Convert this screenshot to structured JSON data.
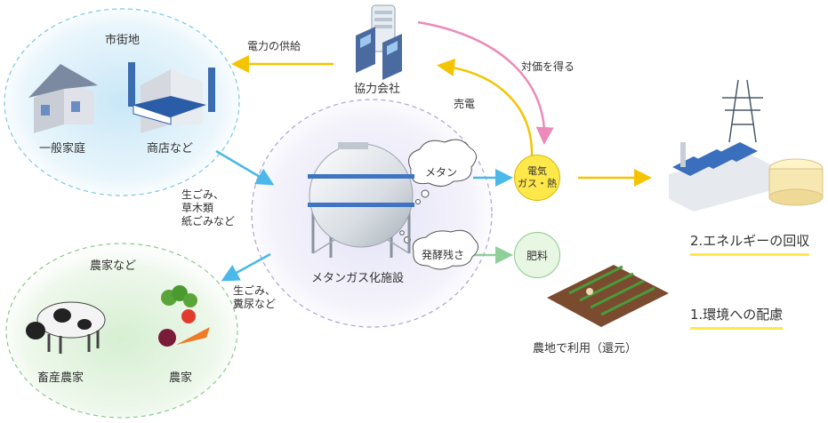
{
  "labels": {
    "city": "市街地",
    "house": "一般家庭",
    "shop": "商店など",
    "power_supply": "電力の供給",
    "company": "協力会社",
    "sell_power": "売電",
    "get_payment": "対価を得る",
    "input_city": "生ごみ、\n草木類\n紙ごみなど",
    "plant": "メタンガス化施設",
    "methane": "メタン",
    "digestate": "発酵残さ",
    "energy_circle": "電気\nガス・熱",
    "fertilizer": "肥料",
    "farm_area": "農家など",
    "input_farm": "生ごみ、\n糞尿など",
    "livestock": "畜産農家",
    "farmer": "農家",
    "farmland": "農地で利用（還元）",
    "goal_energy": "2.エネルギーの回収",
    "goal_env": "1.環境への配慮"
  },
  "colors": {
    "accent_yellow": "#ffe84a",
    "arrow_blue": "#4ab8e8",
    "arrow_yellow": "#f5c400",
    "arrow_pink": "#ec8ab8",
    "arrow_green": "#8fcf9a"
  }
}
